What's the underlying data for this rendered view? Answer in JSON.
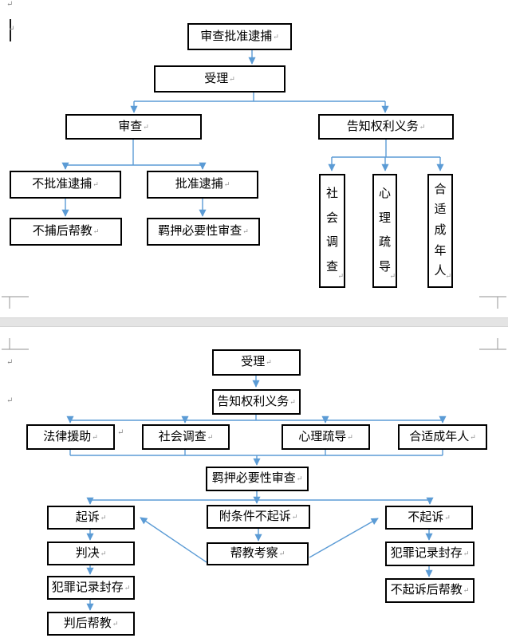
{
  "doc": {
    "pilcrow": "↵",
    "colors": {
      "connector": "#5b9bd5",
      "box_border": "#000000",
      "page_gap": "#e4e4e4",
      "crop_mark": "#a6a6a6"
    },
    "chart1": {
      "approve_review": "审查批准逮捕",
      "accept": "受理",
      "review": "审查",
      "inform_rights": "告知权利义务",
      "no_approve_arrest": "不批准逮捕",
      "approve_arrest": "批准逮捕",
      "help_after_no_arrest": "不捕后帮教",
      "custody_review": "羁押必要性审查",
      "social_survey": "社会调查",
      "psych_counsel": "心理疏导",
      "suitable_adult": "合适成年人"
    },
    "chart2": {
      "accept": "受理",
      "inform_rights": "告知权利义务",
      "legal_aid": "法律援助",
      "social_survey": "社会调查",
      "psych_counsel": "心理疏导",
      "suitable_adult": "合适成年人",
      "custody_review": "羁押必要性审查",
      "prosecute": "起诉",
      "conditional_no_prosecute": "附条件不起诉",
      "no_prosecute": "不起诉",
      "judgment": "判决",
      "record_seal_left": "犯罪记录封存",
      "help_after_judgment": "判后帮教",
      "help_inspect": "帮教考察",
      "record_seal_right": "犯罪记录封存",
      "help_after_no_prosecute": "不起诉后帮教"
    }
  }
}
